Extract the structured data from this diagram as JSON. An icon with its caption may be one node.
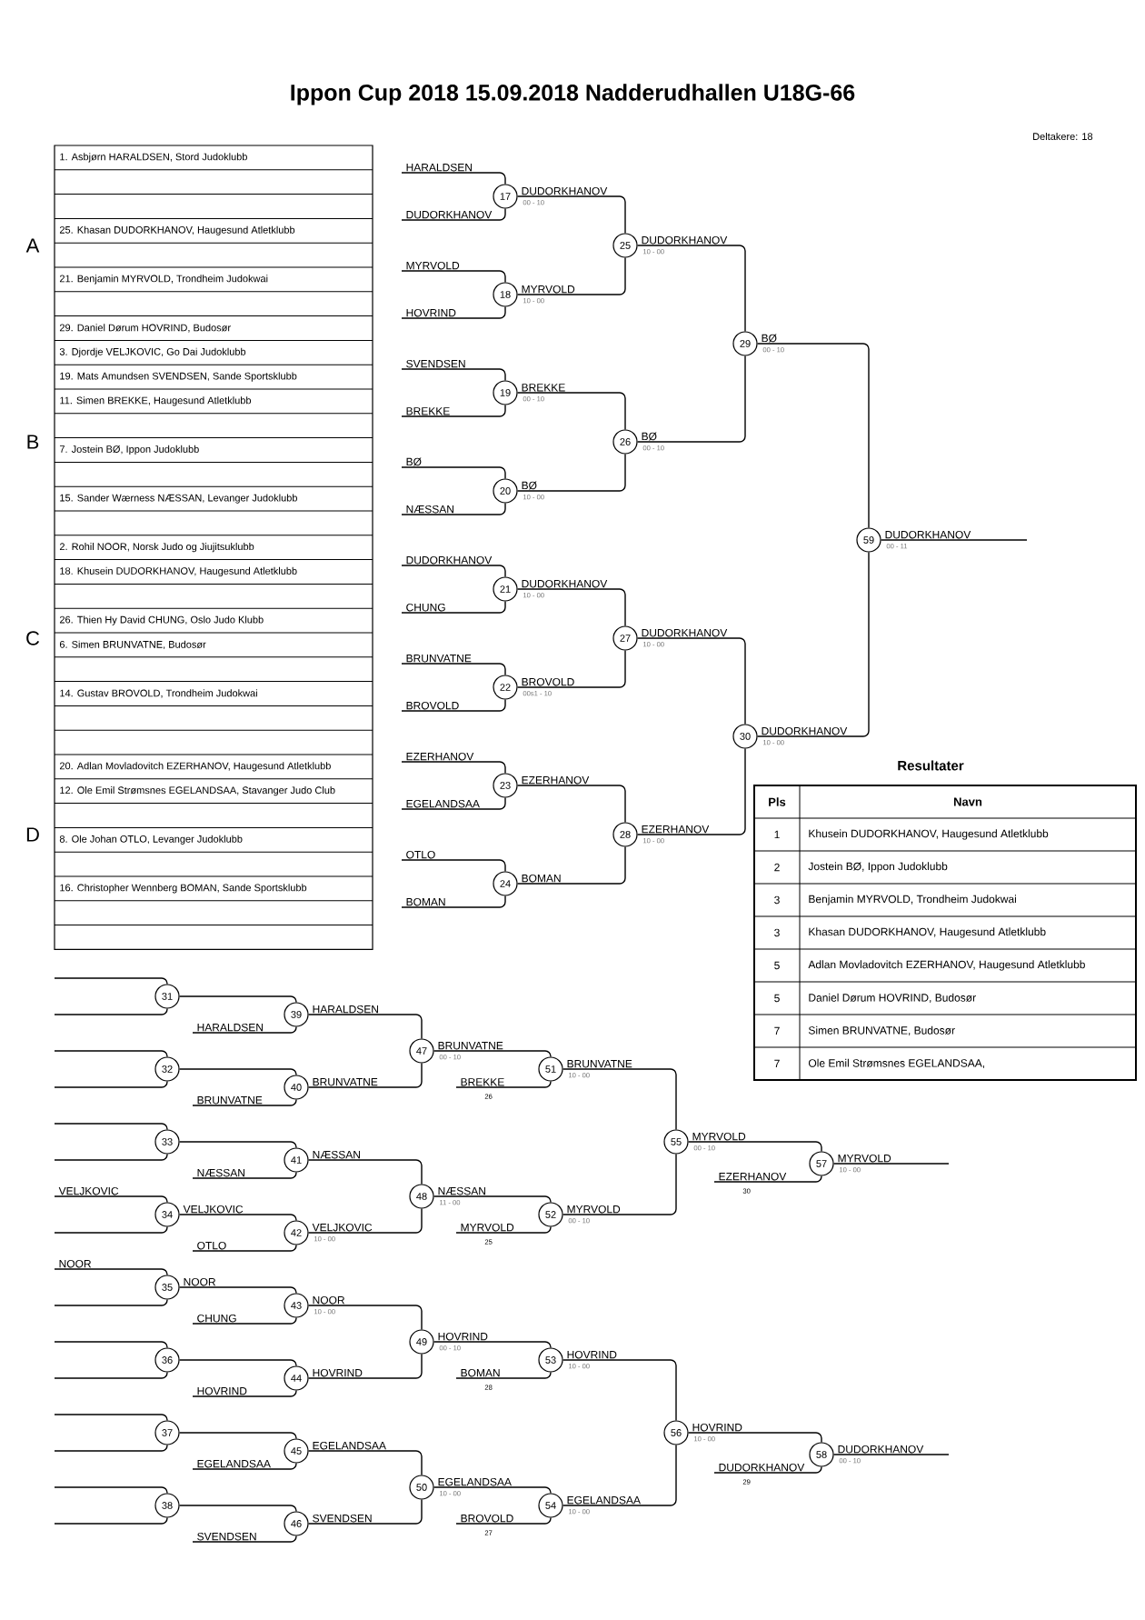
{
  "diagram": {
    "title": "Ippon Cup 2018  15.09.2018  Nadderudhallen   U18G-66",
    "nodes": [
      {
        "text": [
          "17"
        ],
        "beside": [
          "00 - 10"
        ]
      },
      {
        "text": [
          "18"
        ],
        "beside": [
          "10 - 00"
        ]
      },
      {
        "text": [
          "19"
        ],
        "beside": [
          "00 - 10"
        ]
      },
      {
        "text": [
          "20"
        ],
        "beside": [
          "10 - 00"
        ]
      },
      {
        "text": [
          "21"
        ],
        "beside": [
          "10 - 00"
        ]
      },
      {
        "text": [
          "22"
        ],
        "beside": [
          "00s1 - 10"
        ]
      },
      {
        "text": [
          "23"
        ]
      },
      {
        "text": [
          "24"
        ]
      },
      {
        "text": [
          "25"
        ],
        "beside": [
          "10 - 00"
        ]
      },
      {
        "text": [
          "26"
        ],
        "beside": [
          "00 - 10"
        ]
      },
      {
        "text": [
          "27"
        ],
        "beside": [
          "10 - 00"
        ]
      },
      {
        "text": [
          "28"
        ],
        "beside": [
          "10 - 00"
        ]
      },
      {
        "text": [
          "29"
        ],
        "beside": [
          "00 - 10"
        ]
      },
      {
        "text": [
          "30"
        ],
        "beside": [
          "10 - 00"
        ]
      },
      {
        "text": [
          "59"
        ],
        "beside": [
          "00 - 11"
        ]
      },
      {
        "text": [
          "31"
        ]
      },
      {
        "text": [
          "32"
        ]
      },
      {
        "text": [
          "33"
        ]
      },
      {
        "text": [
          "34"
        ]
      },
      {
        "text": [
          "35"
        ]
      },
      {
        "text": [
          "36"
        ]
      },
      {
        "text": [
          "37"
        ]
      },
      {
        "text": [
          "38"
        ]
      },
      {
        "text": [
          "39"
        ]
      },
      {
        "text": [
          "40"
        ]
      },
      {
        "text": [
          "41"
        ]
      },
      {
        "text": [
          "42"
        ],
        "beside": [
          "10 - 00"
        ]
      },
      {
        "text": [
          "43"
        ],
        "beside": [
          "10 - 00"
        ]
      },
      {
        "text": [
          "44"
        ]
      },
      {
        "text": [
          "45"
        ]
      },
      {
        "text": [
          "46"
        ]
      },
      {
        "text": [
          "47"
        ],
        "beside": [
          "00 - 10"
        ]
      },
      {
        "text": [
          "48"
        ],
        "beside": [
          "11 - 00"
        ]
      },
      {
        "text": [
          "49"
        ],
        "beside": [
          "00 - 10"
        ]
      },
      {
        "text": [
          "50"
        ],
        "beside": [
          "10 - 00"
        ]
      },
      {
        "text": [
          "51"
        ],
        "beside": [
          "10 - 00"
        ]
      },
      {
        "text": [
          "52"
        ],
        "beside": [
          "00 - 10"
        ]
      },
      {
        "text": [
          "53"
        ],
        "beside": [
          "10 - 00"
        ]
      },
      {
        "text": [
          "54"
        ],
        "beside": [
          "10 - 00"
        ]
      },
      {
        "text": [
          "55"
        ],
        "beside": [
          "00 - 10"
        ]
      },
      {
        "text": [
          "56"
        ],
        "beside": [
          "10 - 00"
        ]
      },
      {
        "text": [
          "57"
        ],
        "beside": [
          "10 - 00"
        ]
      },
      {
        "text": [
          "58"
        ],
        "beside": [
          "00 - 10"
        ]
      }
    ],
    "edges": [
      {
        "from": null,
        "to": 0,
        "arrow": "none",
        "label": "HARALDSEN"
      },
      {
        "from": null,
        "to": 0,
        "arrow": "none",
        "label": "DUDORKHANOV"
      },
      {
        "from": null,
        "to": 1,
        "arrow": "none",
        "label": "MYRVOLD"
      },
      {
        "from": null,
        "to": 1,
        "arrow": "none",
        "label": "HOVRIND"
      },
      {
        "from": null,
        "to": 2,
        "arrow": "none",
        "label": "SVENDSEN"
      },
      {
        "from": null,
        "to": 2,
        "arrow": "none",
        "label": "BREKKE"
      },
      {
        "from": null,
        "to": 3,
        "arrow": "none",
        "label": "BØ"
      },
      {
        "from": null,
        "to": 3,
        "arrow": "none",
        "label": "NÆSSAN"
      },
      {
        "from": null,
        "to": 4,
        "arrow": "none",
        "label": "DUDORKHANOV"
      },
      {
        "from": null,
        "to": 4,
        "arrow": "none",
        "label": "CHUNG"
      },
      {
        "from": null,
        "to": 5,
        "arrow": "none",
        "label": "BRUNVATNE"
      },
      {
        "from": null,
        "to": 5,
        "arrow": "none",
        "label": "BROVOLD"
      },
      {
        "from": null,
        "to": 6,
        "arrow": "none",
        "label": "EZERHANOV"
      },
      {
        "from": null,
        "to": 6,
        "arrow": "none",
        "label": "EGELANDSAA"
      },
      {
        "from": null,
        "to": 7,
        "arrow": "none",
        "label": "OTLO"
      },
      {
        "from": null,
        "to": 7,
        "arrow": "none",
        "label": "BOMAN"
      },
      {
        "from": 0,
        "to": 8,
        "arrow": "none",
        "label": "DUDORKHANOV"
      },
      {
        "from": 1,
        "to": 8,
        "arrow": "none",
        "label": "MYRVOLD"
      },
      {
        "from": 2,
        "to": 9,
        "arrow": "none",
        "label": "BREKKE"
      },
      {
        "from": 3,
        "to": 9,
        "arrow": "none",
        "label": "BØ"
      },
      {
        "from": 4,
        "to": 10,
        "arrow": "none",
        "label": "DUDORKHANOV"
      },
      {
        "from": 5,
        "to": 10,
        "arrow": "none",
        "label": "BROVOLD"
      },
      {
        "from": 6,
        "to": 11,
        "arrow": "none",
        "label": "EZERHANOV"
      },
      {
        "from": 7,
        "to": 11,
        "arrow": "none",
        "label": "BOMAN"
      },
      {
        "from": 8,
        "to": 12,
        "arrow": "none",
        "label": "DUDORKHANOV"
      },
      {
        "from": 9,
        "to": 12,
        "arrow": "none",
        "label": "BØ"
      },
      {
        "from": 10,
        "to": 13,
        "arrow": "none",
        "label": "DUDORKHANOV"
      },
      {
        "from": 11,
        "to": 13,
        "arrow": "none",
        "label": "EZERHANOV"
      },
      {
        "from": 12,
        "to": 14,
        "arrow": "none",
        "label": "BØ"
      },
      {
        "from": 13,
        "to": 14,
        "arrow": "none",
        "label": "DUDORKHANOV"
      },
      {
        "from": 14,
        "to": null,
        "arrow": "none",
        "label": "DUDORKHANOV"
      },
      {
        "from": null,
        "to": 15,
        "arrow": "none"
      },
      {
        "from": null,
        "to": 15,
        "arrow": "none"
      },
      {
        "from": null,
        "to": 16,
        "arrow": "none"
      },
      {
        "from": null,
        "to": 16,
        "arrow": "none"
      },
      {
        "from": null,
        "to": 17,
        "arrow": "none"
      },
      {
        "from": null,
        "to": 17,
        "arrow": "none"
      },
      {
        "from": null,
        "to": 18,
        "arrow": "none",
        "label": "VELJKOVIC"
      },
      {
        "from": null,
        "to": 18,
        "arrow": "none"
      },
      {
        "from": null,
        "to": 19,
        "arrow": "none",
        "label": "NOOR"
      },
      {
        "from": null,
        "to": 19,
        "arrow": "none"
      },
      {
        "from": null,
        "to": 20,
        "arrow": "none"
      },
      {
        "from": null,
        "to": 20,
        "arrow": "none"
      },
      {
        "from": null,
        "to": 21,
        "arrow": "none"
      },
      {
        "from": null,
        "to": 21,
        "arrow": "none"
      },
      {
        "from": null,
        "to": 22,
        "arrow": "none"
      },
      {
        "from": null,
        "to": 22,
        "arrow": "none"
      },
      {
        "from": 15,
        "to": 23,
        "arrow": "none"
      },
      {
        "from": 16,
        "to": 24,
        "arrow": "none"
      },
      {
        "from": 17,
        "to": 25,
        "arrow": "none"
      },
      {
        "from": 18,
        "to": 26,
        "arrow": "none",
        "label": "VELJKOVIC"
      },
      {
        "from": 19,
        "to": 27,
        "arrow": "none",
        "label": "NOOR"
      },
      {
        "from": 20,
        "to": 28,
        "arrow": "none"
      },
      {
        "from": 21,
        "to": 29,
        "arrow": "none"
      },
      {
        "from": 22,
        "to": 30,
        "arrow": "none"
      },
      {
        "from": null,
        "to": 23,
        "arrow": "none",
        "label": "HARALDSEN"
      },
      {
        "from": null,
        "to": 24,
        "arrow": "none",
        "label": "BRUNVATNE"
      },
      {
        "from": null,
        "to": 25,
        "arrow": "none",
        "label": "NÆSSAN"
      },
      {
        "from": null,
        "to": 26,
        "arrow": "none",
        "label": "OTLO"
      },
      {
        "from": null,
        "to": 27,
        "arrow": "none",
        "label": "CHUNG"
      },
      {
        "from": null,
        "to": 28,
        "arrow": "none",
        "label": "HOVRIND"
      },
      {
        "from": null,
        "to": 29,
        "arrow": "none",
        "label": "EGELANDSAA"
      },
      {
        "from": null,
        "to": 30,
        "arrow": "none",
        "label": "SVENDSEN"
      },
      {
        "from": 23,
        "to": 31,
        "arrow": "none",
        "label": "HARALDSEN"
      },
      {
        "from": 24,
        "to": 31,
        "arrow": "none",
        "label": "BRUNVATNE"
      },
      {
        "from": 25,
        "to": 32,
        "arrow": "none",
        "label": "NÆSSAN"
      },
      {
        "from": 26,
        "to": 32,
        "arrow": "none",
        "label": "VELJKOVIC"
      },
      {
        "from": 27,
        "to": 33,
        "arrow": "none",
        "label": "NOOR"
      },
      {
        "from": 28,
        "to": 33,
        "arrow": "none",
        "label": "HOVRIND"
      },
      {
        "from": 29,
        "to": 34,
        "arrow": "none",
        "label": "EGELANDSAA"
      },
      {
        "from": 30,
        "to": 34,
        "arrow": "none",
        "label": "SVENDSEN"
      },
      {
        "from": 31,
        "to": 35,
        "arrow": "none",
        "label": "BRUNVATNE"
      },
      {
        "from": null,
        "to": 35,
        "arrow": "none",
        "label": "BREKKE"
      },
      {
        "from": 32,
        "to": 36,
        "arrow": "none",
        "label": "NÆSSAN"
      },
      {
        "from": null,
        "to": 36,
        "arrow": "none",
        "label": "MYRVOLD"
      },
      {
        "from": 33,
        "to": 37,
        "arrow": "none",
        "label": "HOVRIND"
      },
      {
        "from": null,
        "to": 37,
        "arrow": "none",
        "label": "BOMAN"
      },
      {
        "from": 34,
        "to": 38,
        "arrow": "none",
        "label": "EGELANDSAA"
      },
      {
        "from": null,
        "to": 38,
        "arrow": "none",
        "label": "BROVOLD"
      },
      {
        "from": 35,
        "to": 39,
        "arrow": "none",
        "label": "BRUNVATNE"
      },
      {
        "from": 36,
        "to": 39,
        "arrow": "none",
        "label": "MYRVOLD"
      },
      {
        "from": 37,
        "to": 40,
        "arrow": "none",
        "label": "HOVRIND"
      },
      {
        "from": 38,
        "to": 40,
        "arrow": "none",
        "label": "EGELANDSAA"
      },
      {
        "from": 39,
        "to": 41,
        "arrow": "none",
        "label": "MYRVOLD"
      },
      {
        "from": null,
        "to": 41,
        "arrow": "none",
        "label": "EZERHANOV"
      },
      {
        "from": 40,
        "to": 42,
        "arrow": "none",
        "label": "HOVRIND"
      },
      {
        "from": null,
        "to": 42,
        "arrow": "none",
        "label": "DUDORKHANOV"
      },
      {
        "from": 41,
        "to": null,
        "arrow": "none",
        "label": "MYRVOLD"
      },
      {
        "from": 42,
        "to": null,
        "arrow": "none",
        "label": "DUDORKHANOV"
      }
    ],
    "labels": [
      "Deltakere: 18",
      "1. Asbjørn HARALDSEN, Stord Judoklubb",
      "25. Khasan DUDORKHANOV, Haugesund Atletklubb",
      "21. Benjamin MYRVOLD, Trondheim Judokwai",
      "29. Daniel Dørum HOVRIND, Budosør",
      "3. Djordje VELJKOVIC, Go Dai Judoklubb",
      "19. Mats Amundsen SVENDSEN, Sande Sportsklubb",
      "11. Simen BREKKE, Haugesund Atletklubb",
      "7. Jostein BØ, Ippon Judoklubb",
      "15. Sander Wærness NÆSSAN, Levanger Judoklubb",
      "2. Rohil NOOR, Norsk Judo og Jiujitsuklubb",
      "18. Khusein DUDORKHANOV, Haugesund Atletklubb",
      "26. Thien Hy David CHUNG, Oslo Judo Klubb",
      "6. Simen BRUNVATNE, Budosør",
      "14. Gustav BROVOLD, Trondheim Judokwai",
      "20. Adlan Movladovitch EZERHANOV, Haugesund Atletklubb",
      "12. Ole Emil Strømsnes EGELANDSAA, Stavanger Judo Club",
      "8. Ole Johan OTLO, Levanger Judoklubb",
      "16. Christopher Wennberg BOMAN, Sande Sportsklubb",
      "A",
      "B",
      "C",
      "D",
      "Resultater",
      "Pls",
      "Navn",
      "1",
      "Khusein DUDORKHANOV, Haugesund Atletklubb",
      "2",
      "Jostein BØ, Ippon Judoklubb",
      "3",
      "Benjamin MYRVOLD, Trondheim Judokwai",
      "3",
      "Khasan DUDORKHANOV, Haugesund Atletklubb",
      "5",
      "Adlan Movladovitch EZERHANOV, Haugesund Atletklubb",
      "5",
      "Daniel Dørum HOVRIND, Budosør",
      "7",
      "Simen BRUNVATNE, Budosør",
      "7",
      "Ole Emil Strømsnes EGELANDSAA,",
      "26",
      "25",
      "28",
      "27",
      "30",
      "29"
    ]
  }
}
